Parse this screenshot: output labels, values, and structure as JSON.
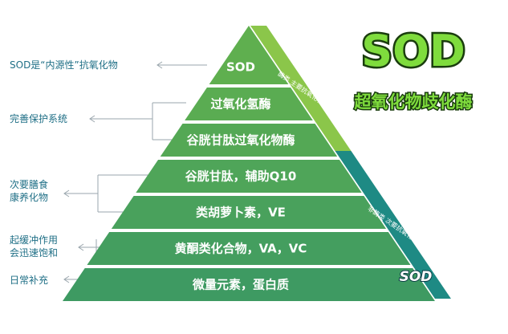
{
  "headline": "SOD",
  "subtitle": "超氧化物歧化酶",
  "corner_logo": "SOD",
  "tiers": [
    {
      "label": "SOD"
    },
    {
      "label": "过氧化氢酶"
    },
    {
      "label": "谷胱甘肽过氧化物酶"
    },
    {
      "label": "谷胱甘肽，辅助Q10"
    },
    {
      "label": "类胡萝卜素，VE"
    },
    {
      "label": "黄酮类化合物，VA，VC"
    },
    {
      "label": "微量元素，蛋白质"
    }
  ],
  "side_labels": [
    {
      "lines": [
        "SOD是“内源性”抗氧化物"
      ]
    },
    {
      "lines": [
        "完善保护系统"
      ]
    },
    {
      "lines": [
        "次要膳食",
        "康养化物"
      ]
    },
    {
      "lines": [
        "起缓冲作用",
        "会迅速饱和"
      ]
    },
    {
      "lines": [
        "日常补充"
      ]
    }
  ],
  "bands": [
    {
      "text": "酶类   主要抗氧化物"
    },
    {
      "text": "非酶类   次要抗氧化物"
    }
  ],
  "colors": {
    "tier_top": "#5faf4f",
    "tier_bottom": "#3e9a62",
    "band_upper": "#8bc64a",
    "band_lower": "#1e8a84",
    "side_text": "#1f6f86",
    "bracket": "#9aa6ad"
  }
}
